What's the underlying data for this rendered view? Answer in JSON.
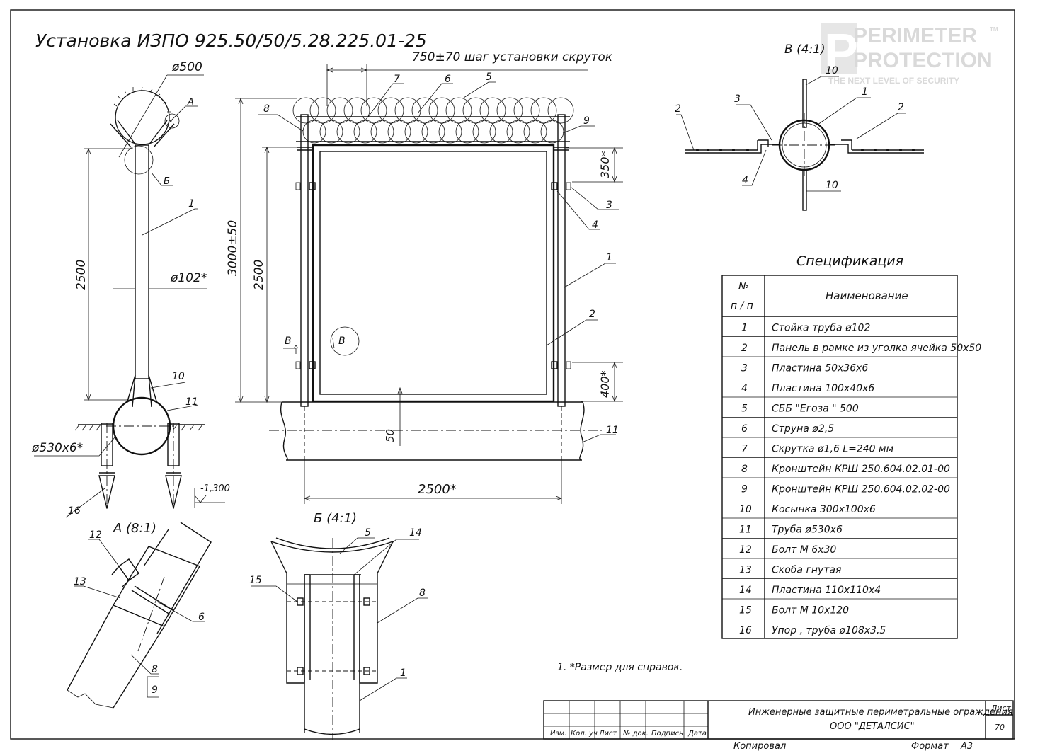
{
  "title": "Установка ИЗПО  925.50/50/5.28.225.01-25",
  "watermark": {
    "line1": "PERIMETER",
    "line2": "PROTECTION",
    "tagline": "THE NEXT LEVEL OF SECURITY",
    "tm": "TM",
    "logo_letter": "P"
  },
  "side_view": {
    "dim_top": "ø500",
    "dim_height": "2500",
    "dim_post": "ø102*",
    "dim_pipe": "ø530x6*",
    "dim_level": "-1,300",
    "callouts": [
      "А",
      "Б",
      "1",
      "10",
      "11",
      "16"
    ]
  },
  "front_view": {
    "dim_step": "750±70  шаг установки скруток",
    "dim_total_height": "3000±50",
    "dim_panel_height": "2500",
    "dim_top_offset": "350*",
    "dim_bottom_offset": "400*",
    "dim_width": "2500*",
    "dim_ground": "50",
    "section_mark": "В",
    "detail_mark": "В",
    "callouts": [
      "7",
      "6",
      "5",
      "8",
      "9",
      "3",
      "4",
      "1",
      "2",
      "11"
    ]
  },
  "detail_b4": {
    "title": "В (4:1)",
    "callouts": [
      "10",
      "1",
      "3",
      "2",
      "2",
      "4",
      "10"
    ]
  },
  "detail_a": {
    "title": "А (8:1)",
    "callouts": [
      "12",
      "13",
      "6",
      "8",
      "9"
    ]
  },
  "detail_b": {
    "title": "Б (4:1)",
    "callouts": [
      "5",
      "14",
      "15",
      "8",
      "1"
    ]
  },
  "spec": {
    "title": "Спецификация",
    "col_no_line1": "№",
    "col_no_line2": "п / п",
    "col_name": "Наименование",
    "rows": [
      {
        "no": "1",
        "name": "Стойка труба   ø102"
      },
      {
        "no": "2",
        "name": "Панель в рамке из уголка ячейка  50х50"
      },
      {
        "no": "3",
        "name": "Пластина  50х36х6"
      },
      {
        "no": "4",
        "name": "Пластина  100х40х6"
      },
      {
        "no": "5",
        "name": "СББ  \"Егоза \" 500"
      },
      {
        "no": "6",
        "name": "Струна  ø2,5"
      },
      {
        "no": "7",
        "name": "Скрутка  ø1,6 L=240 мм"
      },
      {
        "no": "8",
        "name": "Кронштейн КРШ  250.604.02.01-00"
      },
      {
        "no": "9",
        "name": "Кронштейн КРШ  250.604.02.02-00"
      },
      {
        "no": "10",
        "name": "Косынка  300х100х6"
      },
      {
        "no": "11",
        "name": "Труба  ø530х6"
      },
      {
        "no": "12",
        "name": "Болт М 6х30"
      },
      {
        "no": "13",
        "name": "Скоба гнутая"
      },
      {
        "no": "14",
        "name": "Пластина  110х110х4"
      },
      {
        "no": "15",
        "name": "Болт М 10х120"
      },
      {
        "no": "16",
        "name": "Упор , труба  ø108х3,5"
      }
    ]
  },
  "note": "1. *Размер для справок.",
  "title_block": {
    "headers": [
      "Изм.",
      "Кол. уч",
      "Лист",
      "№ док.",
      "Подпись",
      "Дата"
    ],
    "line1": "Инженерные защитные периметральные ограждения",
    "line2": "ООО  \"ДЕТАЛСИС\"",
    "sheet_label": "Лист",
    "sheet_no": "70",
    "copied": "Копировал",
    "format_label": "Формат",
    "format_value": "А3"
  }
}
